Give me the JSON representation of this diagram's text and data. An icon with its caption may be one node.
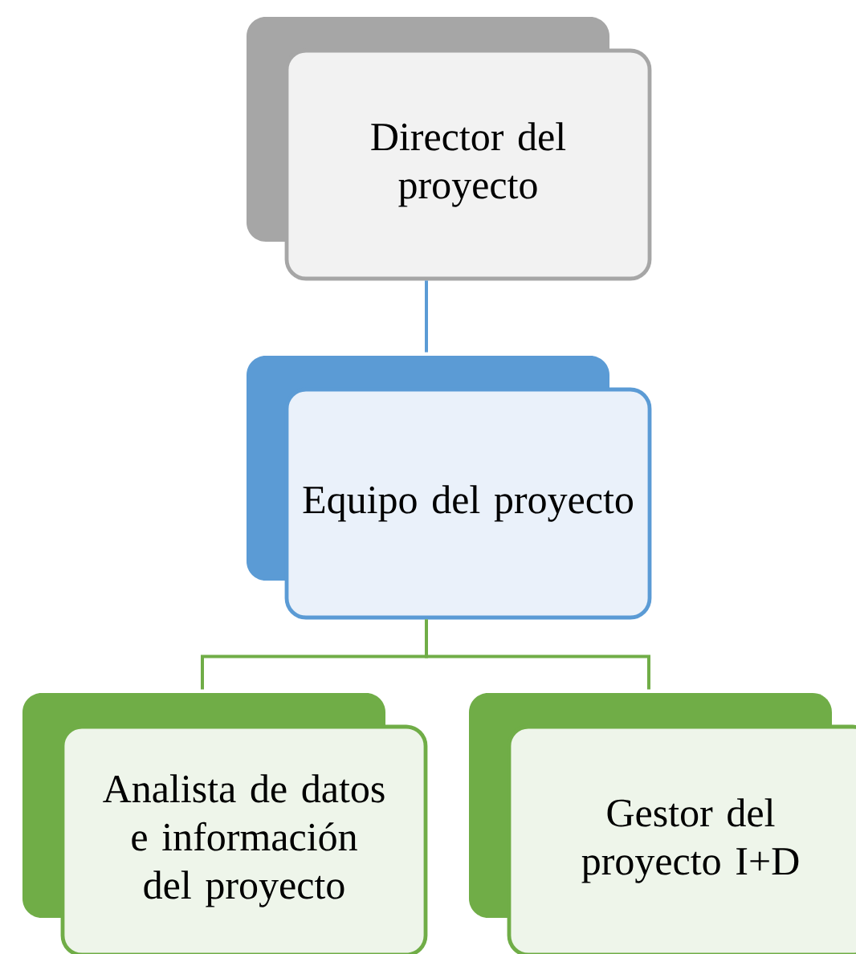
{
  "diagram": {
    "nodes": [
      {
        "text": [
          "Director del proyecto"
        ]
      },
      {
        "text": [
          "Equipo del proyecto"
        ]
      },
      {
        "text": [
          "Analista de datos e información del proyecto"
        ]
      },
      {
        "text": [
          "Gestor del proyecto I+D"
        ]
      }
    ],
    "edges": [
      {
        "from": 0,
        "to": 1,
        "arrow": "none",
        "color": "#5b9bd5"
      },
      {
        "from": 1,
        "to": 2,
        "arrow": "none"
      },
      {
        "from": 1,
        "to": 3,
        "arrow": "none"
      }
    ]
  }
}
